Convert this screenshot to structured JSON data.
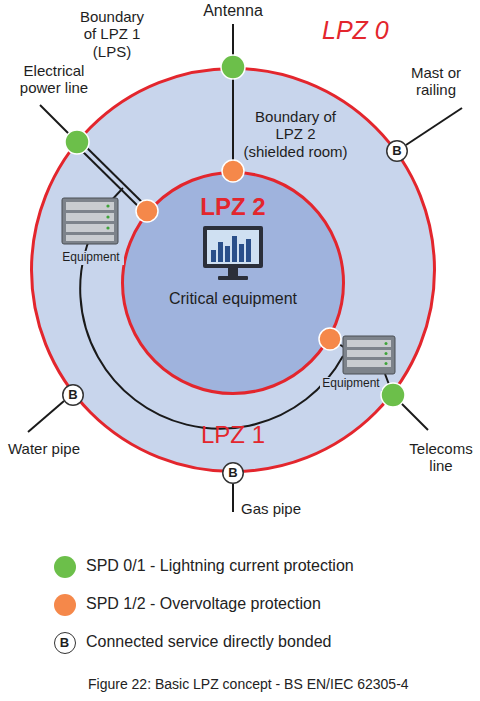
{
  "diagram": {
    "caption": "Figure 22: Basic LPZ concept - BS EN/IEC 62305-4",
    "nodes": [
      {
        "text": [
          "LPZ 1"
        ]
      },
      {
        "text": [
          "LPZ 2",
          "Critical equipment"
        ],
        "in": 0
      },
      {
        "text": [
          "B"
        ]
      },
      {
        "text": [
          "B"
        ]
      },
      {
        "text": [
          "B"
        ]
      }
    ],
    "labels": [
      "Boundary of LPZ 1 (LPS)",
      "Antenna",
      "LPZ 0",
      "Electrical power line",
      "Mast or railing",
      "Boundary of LPZ 2 (shielded room)",
      "Equipment",
      "Equipment",
      "Water pipe",
      "Telecoms line",
      "Gas pipe",
      "B"
    ],
    "legend": [
      {
        "text": "SPD 0/1 - Lightning current protection",
        "color": "#6cbf4a"
      },
      {
        "text": "SPD 1/2 - Overvoltage protection",
        "color": "#f5884a"
      },
      {
        "text": "Connected service directly bonded"
      }
    ]
  }
}
